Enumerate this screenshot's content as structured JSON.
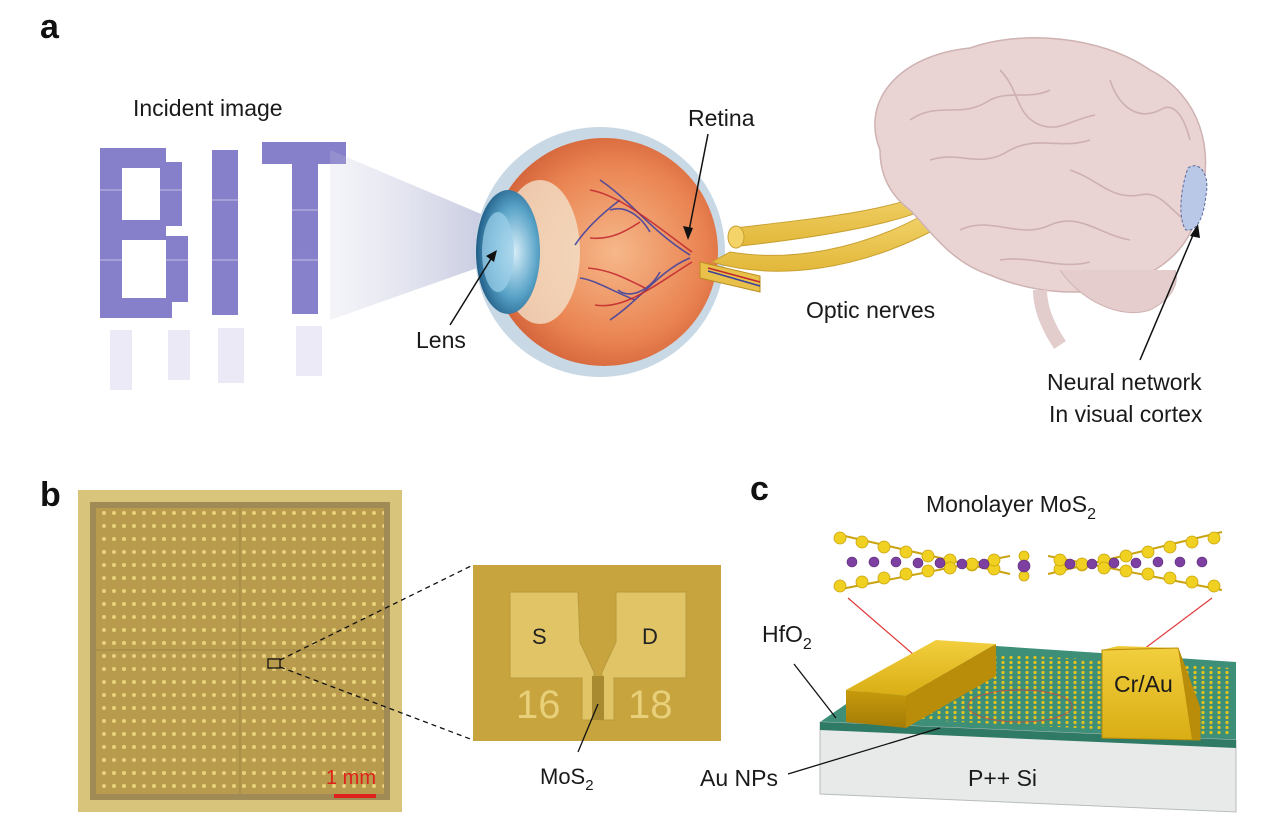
{
  "panels": {
    "a": "a",
    "b": "b",
    "c": "c"
  },
  "panel_a": {
    "incident_image": "Incident image",
    "bit_letters": "BIT",
    "retina": "Retina",
    "lens": "Lens",
    "optic_nerves": "Optic nerves",
    "neural_network_line1": "Neural network",
    "neural_network_line2": "In visual cortex"
  },
  "panel_b": {
    "source_label": "S",
    "drain_label": "D",
    "device_num_left": "16",
    "device_num_right": "18",
    "mos2_base": "MoS",
    "mos2_sub": "2",
    "scale_bar": "1 mm"
  },
  "panel_c": {
    "monolayer_base": "Monolayer MoS",
    "monolayer_sub": "2",
    "hfo2_base": "HfO",
    "hfo2_sub": "2",
    "cr_au": "Cr/Au",
    "au_nps": "Au NPs",
    "substrate": "P++ Si"
  },
  "colors": {
    "bit_letters": "#7a72c4",
    "eye_sclera": "#e07a4a",
    "nerve": "#f2d060",
    "brain": "#e8cfd0",
    "chip_gold": "#c9a44a",
    "electrode_gold": "#e0b818",
    "substrate_teal": "#3e8f78",
    "mos2_purple": "#7d3fa0",
    "mos2_yellow": "#f0d020",
    "scale_red": "#e0201a"
  }
}
